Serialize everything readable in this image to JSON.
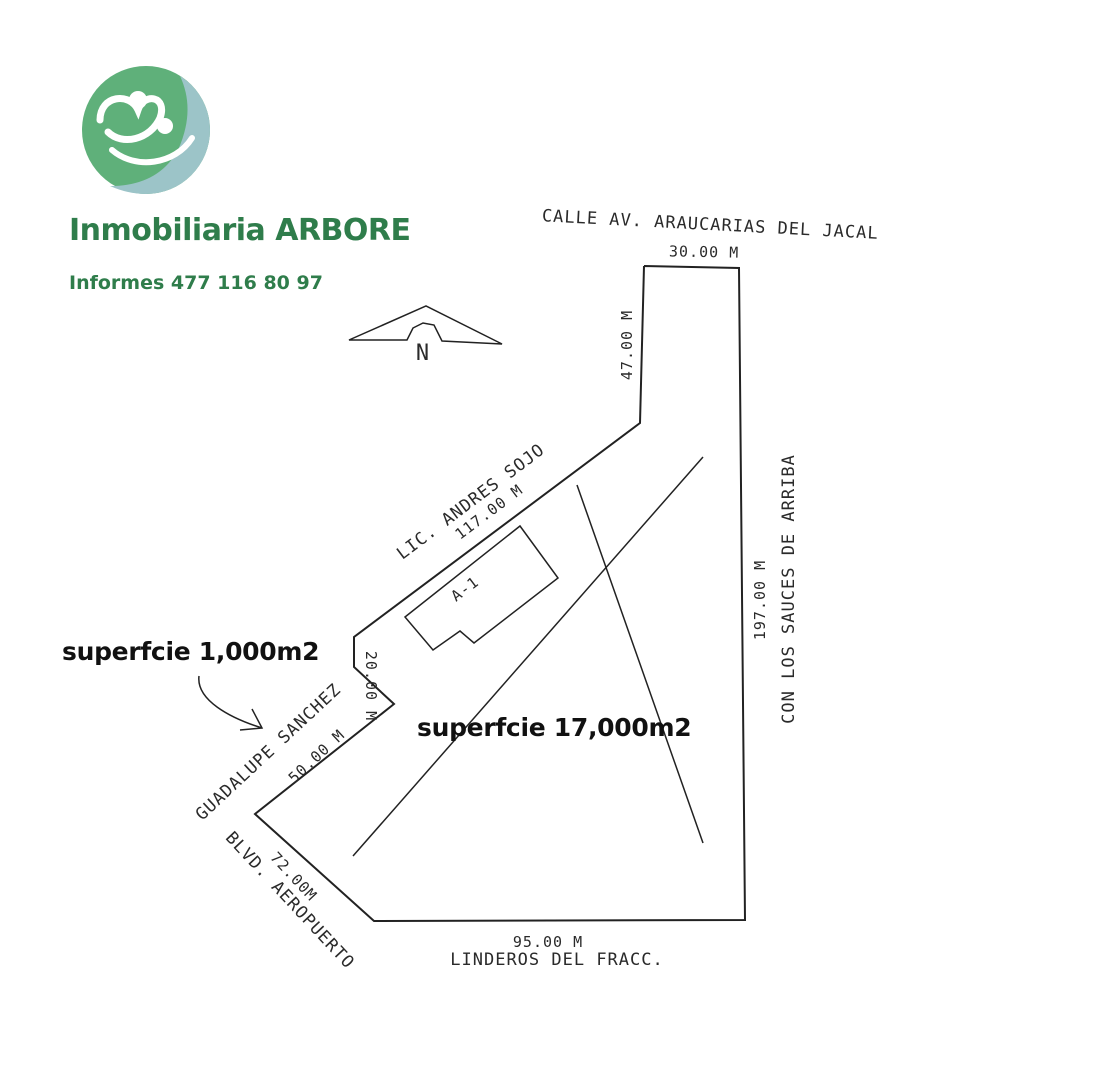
{
  "brand": {
    "name": "Inmobiliaria ARBORE",
    "phone": "Informes 477 116 80 97",
    "colors": {
      "green": "#2f7d4b",
      "light_green": "#5fb07a",
      "teal": "#9cc4c8"
    }
  },
  "north": {
    "label": "N"
  },
  "streets": {
    "top_name": "CALLE AV. ARAUCARIAS DEL JACAL",
    "top_length": "30.00 M",
    "left_upper_length": "47.00 M",
    "diagonal_name": "LIC. ANDRES SOJO",
    "diagonal_length": "117.00 M",
    "right_length": "197.00 M",
    "right_name": "CON LOS SAUCES DE ARRIBA",
    "step_length": "20.00 M",
    "guadalupe_name": "GUADALUPE SANCHEZ",
    "guadalupe_length": "50.00 M",
    "blvd_length": "72.00M",
    "blvd_name": "BLVD. AEROPUERTO",
    "bottom_length": "95.00 M",
    "bottom_name": "LINDEROS DEL FRACC."
  },
  "lot": {
    "label": "A-1"
  },
  "areas": {
    "small": "superfcie 1,000m2",
    "large": "superfcie 17,000m2"
  }
}
